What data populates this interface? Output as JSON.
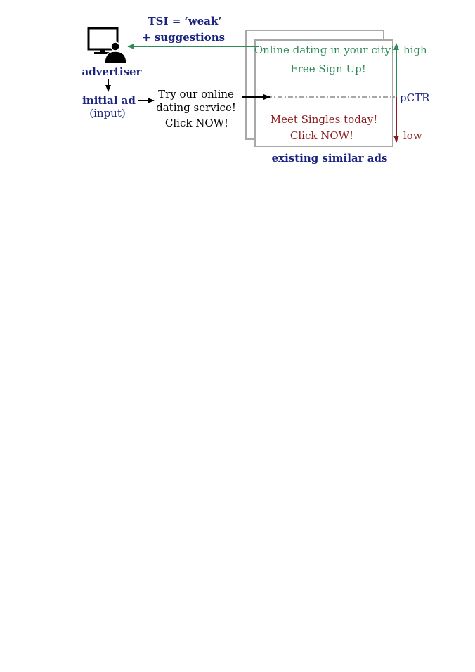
{
  "tsi": {
    "line1": "TSI = ‘weak’",
    "line2": "+ suggestions"
  },
  "advertiser": {
    "icon": "advertiser-computer-user-icon",
    "label": "advertiser"
  },
  "initial_ad": {
    "label": "initial ad",
    "sublabel": "(input)"
  },
  "input_ad_text": {
    "line1": "Try our online",
    "line2": "dating service!",
    "line3": "Click NOW!"
  },
  "high_ad": {
    "line1": "Online dating in your city!",
    "line2": "Free Sign Up!"
  },
  "low_ad": {
    "line1": "Meet Singles today!",
    "line2": "Click NOW!"
  },
  "pctr_axis": {
    "high_label": "high",
    "axis_label": "pCTR",
    "low_label": "low"
  },
  "existing_label": "existing similar ads",
  "colors": {
    "navy": "#1a237e",
    "green": "#2e8b57",
    "red": "#8b1a1a",
    "gray": "#a8a8a8",
    "black": "#000000"
  }
}
